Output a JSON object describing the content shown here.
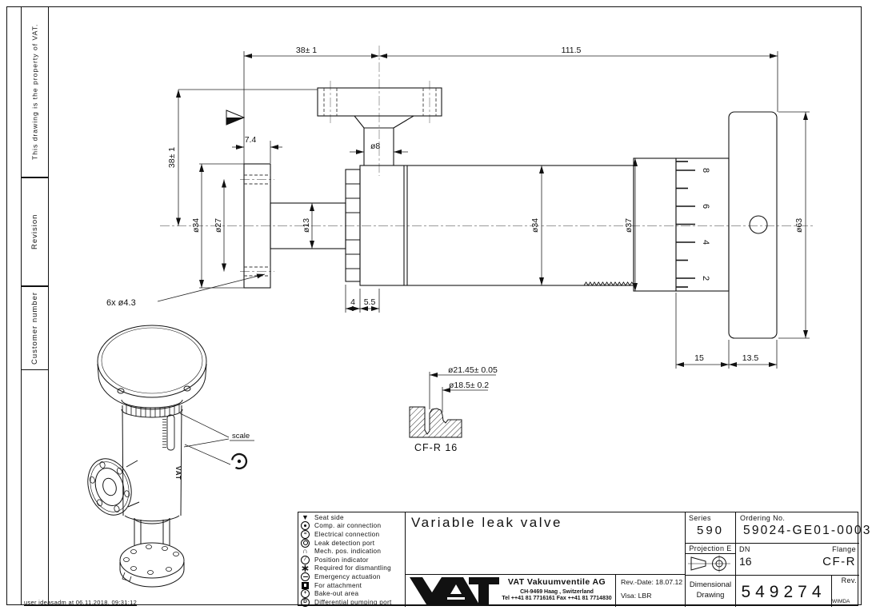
{
  "page": {
    "footer_stamp": "user ideasadm at 06.11.2018, 09:31:12",
    "watermark": "WIMDA"
  },
  "sidebar": {
    "property_note": "This drawing is the property of VAT.",
    "revision_label": "Revision",
    "customer_label": "Customer number"
  },
  "drawing": {
    "dims": {
      "top_left": "38± 1",
      "top_right": "111.5",
      "flange_thickness": "7.4",
      "vertical_offset": "38± 1",
      "flange_od": "ø34",
      "bolt_circle": "ø27",
      "neck_od": "ø13",
      "bolt_holes": "6x ø4.3",
      "stem_od": "ø8",
      "step1": "4",
      "step2": "5.5",
      "body_od": "ø34",
      "rear_od": "ø37",
      "knob_od": "ø63",
      "scale_len": "15",
      "knob_len": "13.5"
    },
    "scale_numbers": [
      "8",
      "6",
      "4",
      "2"
    ],
    "iso": {
      "scale_label": "scale",
      "logo": "VAT"
    },
    "detail": {
      "dim1": "ø21.45± 0.05",
      "dim2": "ø18.5± 0.2",
      "label": "CF-R 16"
    }
  },
  "titleblock": {
    "legend": [
      {
        "symbol": "triangle-down",
        "label": "Seat side"
      },
      {
        "symbol": "circle-dot",
        "label": "Comp. air connection"
      },
      {
        "symbol": "circle-wave",
        "label": "Electrical connection"
      },
      {
        "symbol": "circle-double",
        "label": "Leak detection port"
      },
      {
        "symbol": "arc",
        "label": "Mech. pos. indication"
      },
      {
        "symbol": "circle-clock",
        "label": "Position indicator"
      },
      {
        "symbol": "asterisk",
        "label": "Required for dismantling"
      },
      {
        "symbol": "circle-minus",
        "label": "Emergency actuation"
      },
      {
        "symbol": "square-inset",
        "label": "For attachment"
      },
      {
        "symbol": "circle-plus",
        "label": "Bake-out area"
      },
      {
        "symbol": "circle-d",
        "label": "Differential pumping port"
      }
    ],
    "title": "Variable leak valve",
    "company": {
      "name": "VAT Vakuumventile AG",
      "address": "CH-9469 Haag , Switzerland",
      "phone": "Tel ++41 81 7716161 Fax ++41 81 7714830"
    },
    "rev_date": "Rev.-Date: 18.07.12",
    "visa": "Visa: LBR",
    "series_label": "Series",
    "series_value": "590",
    "ordering_label": "Ordering No.",
    "ordering_value": "59024-GE01-0003",
    "projection_label": "Projection E",
    "dn_label": "DN",
    "dn_value": "16",
    "flange_label": "Flange",
    "flange_value": "CF-R",
    "doc_type_line1": "Dimensional",
    "doc_type_line2": "Drawing",
    "doc_number": "549274",
    "rev_label": "Rev."
  }
}
